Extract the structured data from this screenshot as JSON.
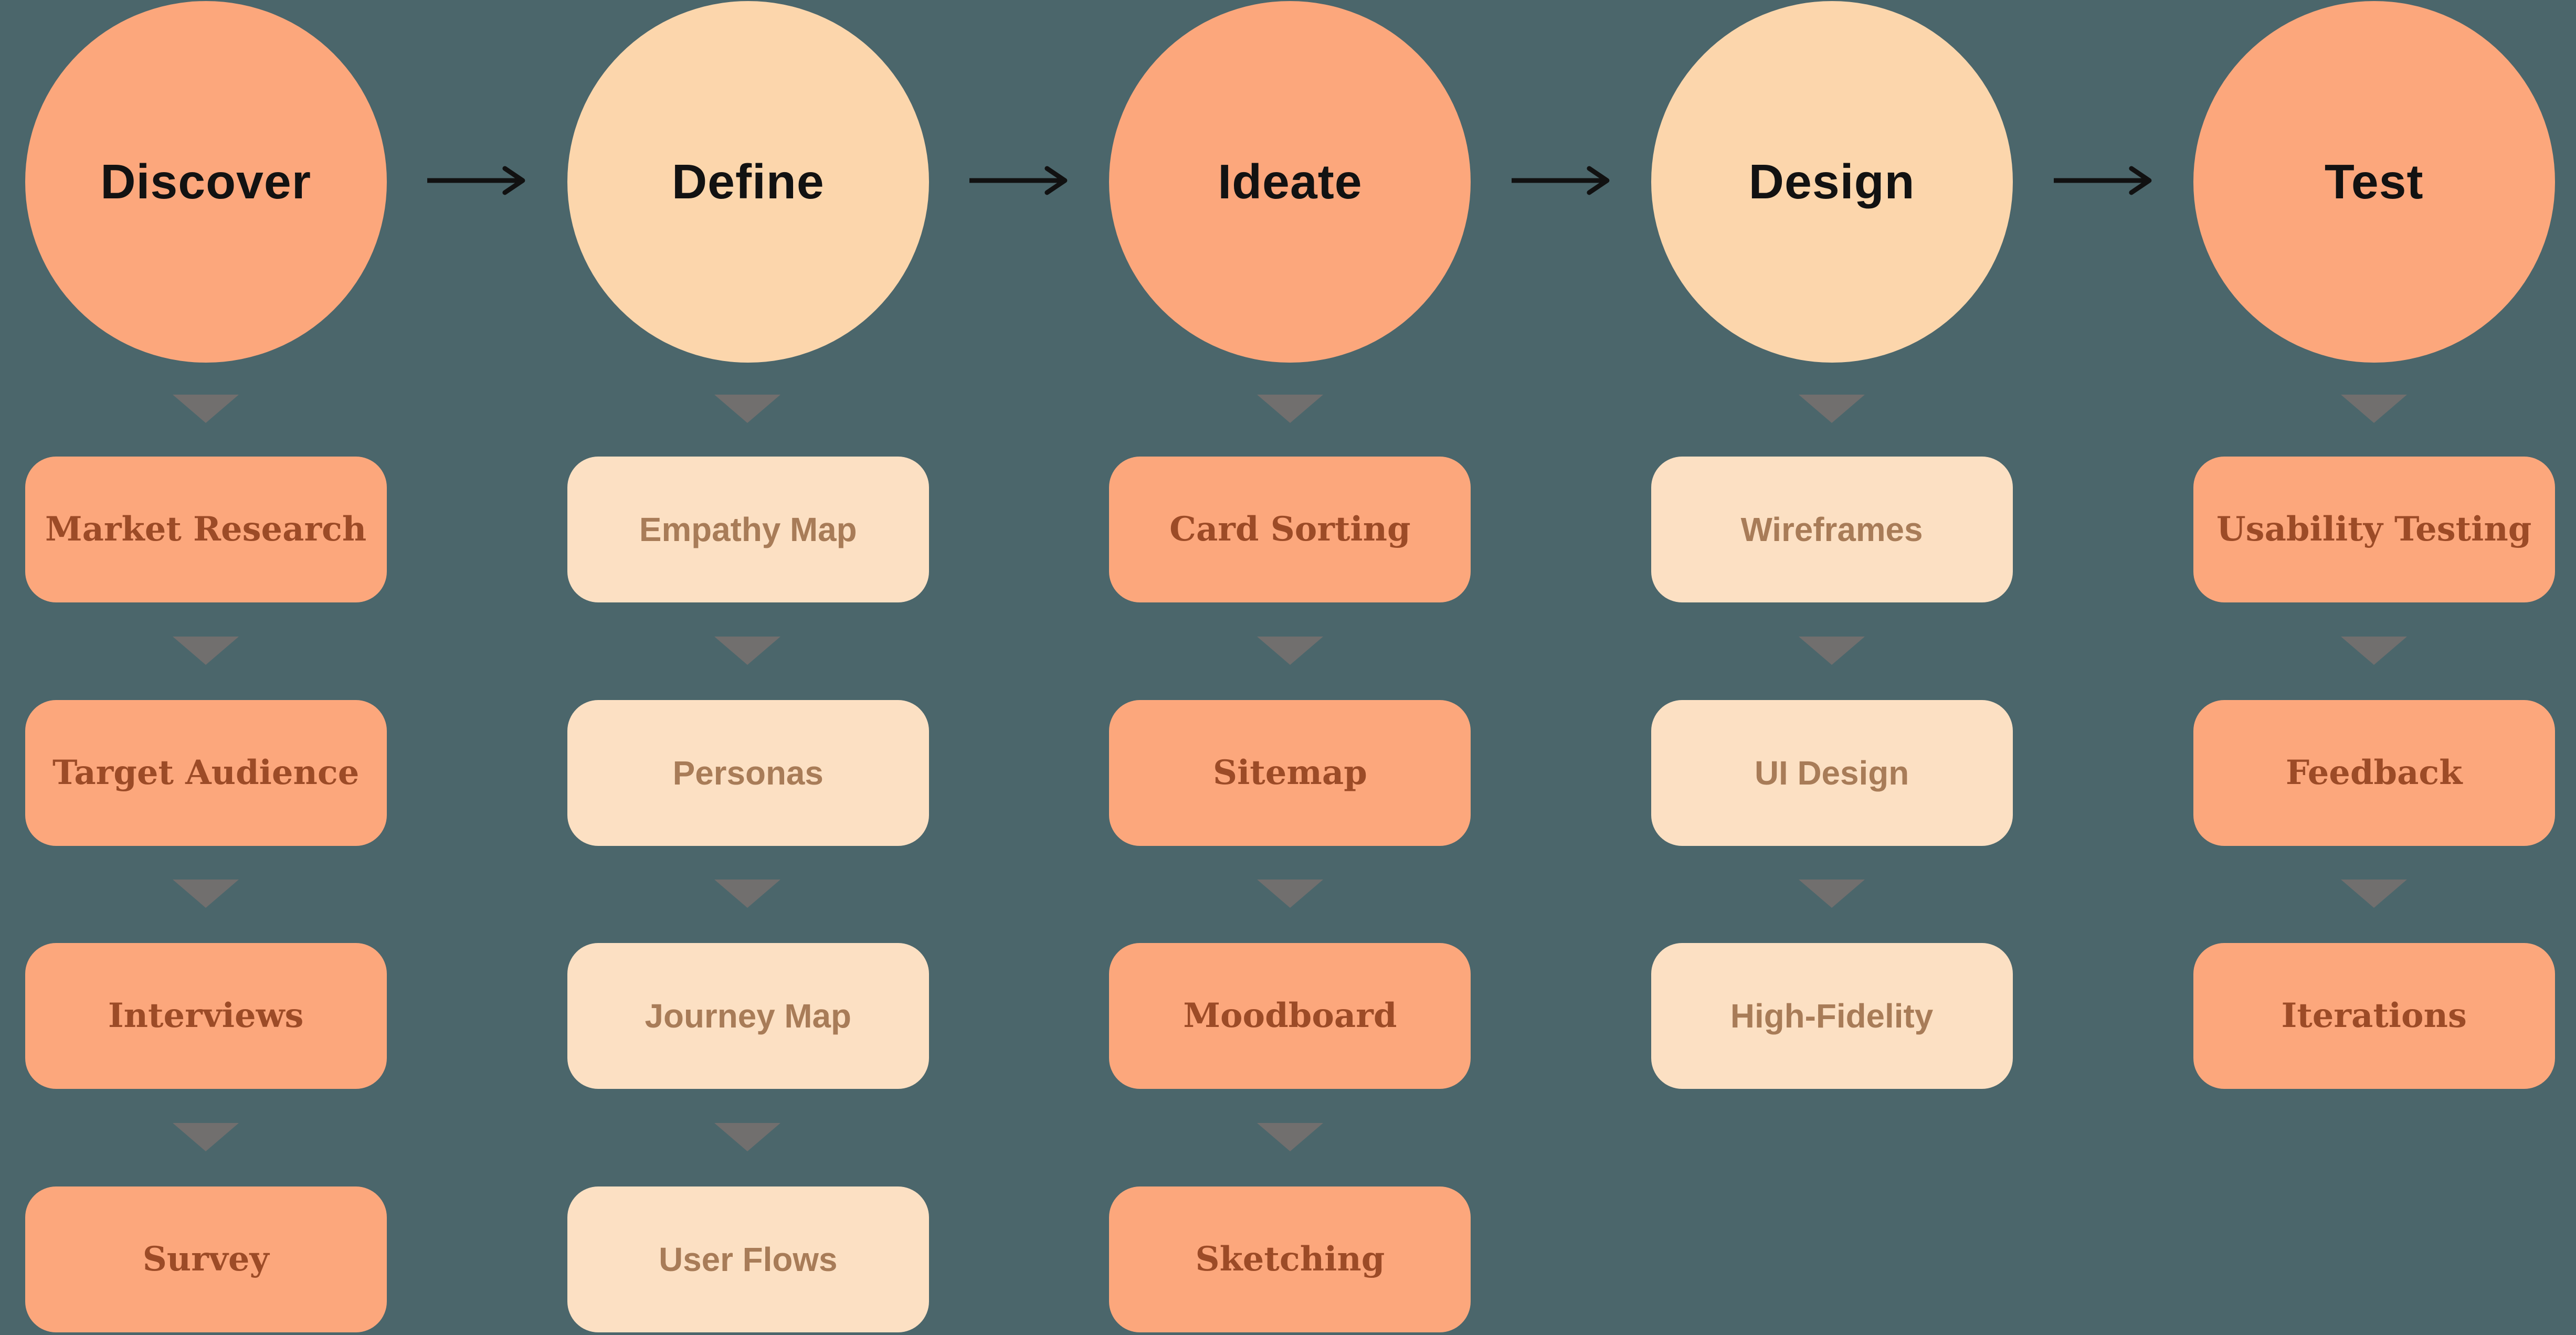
{
  "title": "Design process flow diagram",
  "colors": {
    "background": "#4B666B",
    "salmon": "#FCA77C",
    "peach_circle": "#FCD6AC",
    "peach_box": "#FCE0C3",
    "salmon_box_text": "#9C4B27",
    "peach_box_text": "#A87C58",
    "circle_text": "#121212",
    "triangle": "#716F6E",
    "arrow": "#111111"
  },
  "stages": [
    {
      "label": "Discover",
      "theme": "salmon",
      "items": [
        "Market Research",
        "Target Audience",
        "Interviews",
        "Survey"
      ]
    },
    {
      "label": "Define",
      "theme": "peach",
      "items": [
        "Empathy Map",
        "Personas",
        "Journey Map",
        "User Flows"
      ]
    },
    {
      "label": "Ideate",
      "theme": "salmon",
      "items": [
        "Card Sorting",
        "Sitemap",
        "Moodboard",
        "Sketching"
      ]
    },
    {
      "label": "Design",
      "theme": "peach",
      "items": [
        "Wireframes",
        "UI Design",
        "High-Fidelity"
      ]
    },
    {
      "label": "Test",
      "theme": "salmon",
      "items": [
        "Usability Testing",
        "Feedback",
        "Iterations"
      ]
    }
  ]
}
